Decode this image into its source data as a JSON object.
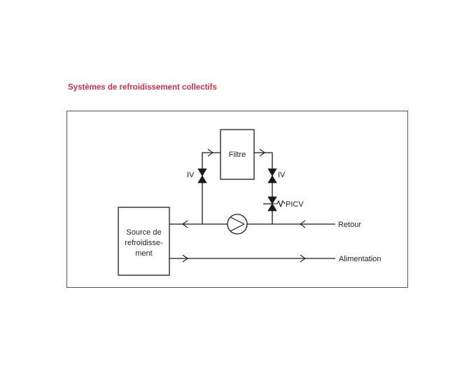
{
  "title": "Systèmes de refroidissement collectifs",
  "labels": {
    "filter": "Filtre",
    "valve_left": "IV",
    "valve_right": "IV",
    "picv": "PICV",
    "source_line1": "Source de",
    "source_line2": "refroidisse-",
    "source_line3": "ment",
    "return": "Retour",
    "supply": "Alimentation"
  },
  "colors": {
    "title": "#d62f46",
    "lines": "#1a1a1a",
    "frame": "#555555"
  }
}
